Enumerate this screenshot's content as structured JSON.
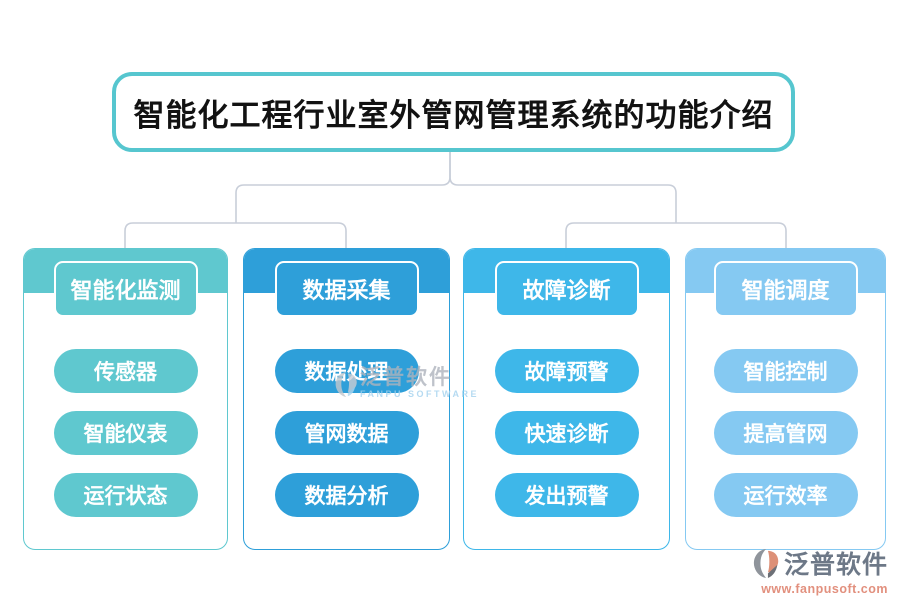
{
  "title": "智能化工程行业室外管网管理系统的功能介绍",
  "columns": [
    {
      "header": "智能化监测",
      "color": "#5fc8cf",
      "items": [
        "传感器",
        "智能仪表",
        "运行状态"
      ]
    },
    {
      "header": "数据采集",
      "color": "#2e9fd9",
      "items": [
        "数据处理",
        "管网数据",
        "数据分析"
      ]
    },
    {
      "header": "故障诊断",
      "color": "#3eb7e9",
      "items": [
        "故障预警",
        "快速诊断",
        "发出预警"
      ]
    },
    {
      "header": "智能调度",
      "color": "#85c9f2",
      "items": [
        "智能控制",
        "提高管网",
        "运行效率"
      ]
    }
  ],
  "watermark": {
    "text": "泛普软件",
    "subtext": "FANPU SOFTWARE"
  },
  "logo": {
    "name": "泛普软件",
    "url": "www.fanpusoft.com"
  },
  "colors": {
    "title-border": "#56c6cf",
    "connector": "#c8ced9",
    "watermark-text": "#aeb4bd",
    "watermark-sub": "#a3d2ee",
    "logo-text": "#6d7887",
    "logo-url": "#e2907e",
    "logo-red": "#d2604a",
    "logo-gray": "#8f949b"
  }
}
